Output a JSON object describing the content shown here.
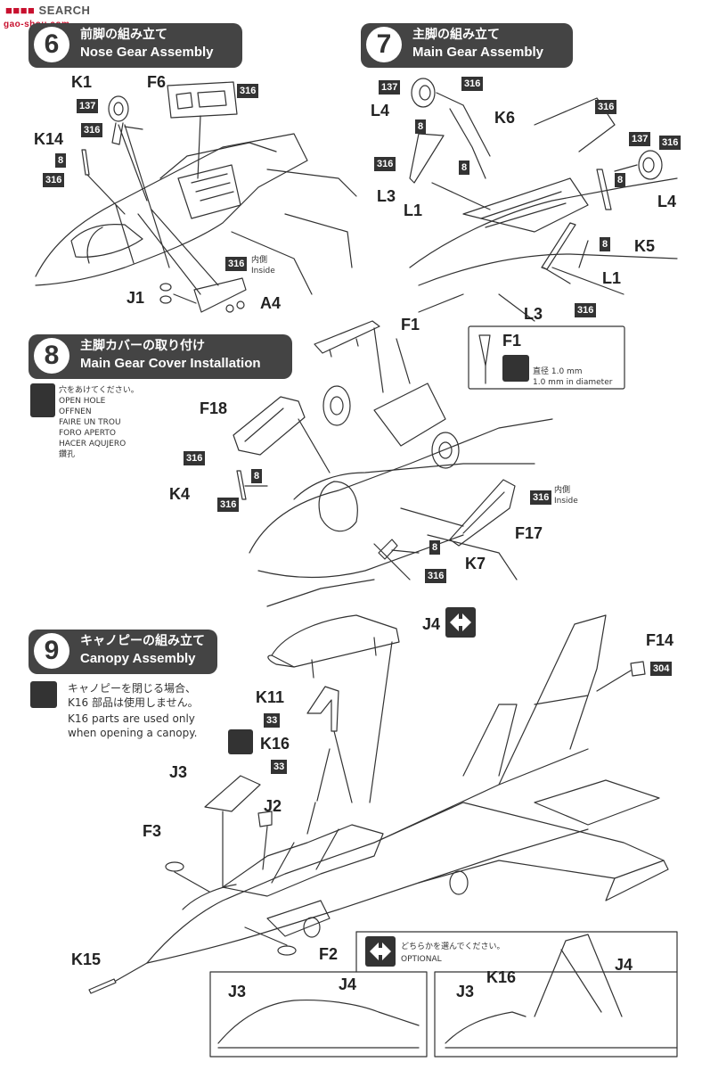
{
  "watermark": {
    "brand": "SEARCH",
    "site": "gao-shou.com"
  },
  "steps": [
    {
      "number": "6",
      "title_jp": "前脚の組み立て",
      "title_en": "Nose Gear Assembly"
    },
    {
      "number": "7",
      "title_jp": "主脚の組み立て",
      "title_en": "Main Gear Assembly"
    },
    {
      "number": "8",
      "title_jp": "主脚カバーの取り付け",
      "title_en": "Main Gear Cover Installation"
    },
    {
      "number": "9",
      "title_jp": "キャノピーの組み立て",
      "title_en": "Canopy Assembly"
    }
  ],
  "paint": {
    "c316": "316",
    "c137": "137",
    "c8": "8",
    "c33": "33",
    "c304": "304"
  },
  "parts": {
    "K1": "K1",
    "F6": "F6",
    "K14": "K14",
    "J1": "J1",
    "A4": "A4",
    "K6": "K6",
    "L4": "L4",
    "L3": "L3",
    "L1": "L1",
    "K5": "K5",
    "F1": "F1",
    "F18": "F18",
    "K4": "K4",
    "F17": "F17",
    "K7": "K7",
    "J4": "J4",
    "F14": "F14",
    "K11": "K11",
    "K16": "K16",
    "J3": "J3",
    "J2": "J2",
    "F3": "F3",
    "F2": "F2",
    "K15": "K15"
  },
  "notes": {
    "inside_jp": "内側",
    "inside_en": "Inside",
    "diameter_jp": "直径 1.0 mm",
    "diameter_en": "1.0 mm in diameter",
    "open_hole": [
      "穴をあけてください。",
      "OPEN HOLE",
      "OFFNEN",
      "FAIRE UN TROU",
      "FORO APERTO",
      "HACER AQUJERO",
      "鑽孔"
    ],
    "canopy_note": [
      "キャノピーを閉じる場合、",
      "K16 部品は使用しません。",
      "K16 parts are used only",
      "when opening a canopy."
    ],
    "optional_jp": "どちらかを選んでください。",
    "optional_en": "OPTIONAL"
  },
  "colors": {
    "badge": "#444444",
    "line": "#333333",
    "paper": "#ffffff"
  }
}
